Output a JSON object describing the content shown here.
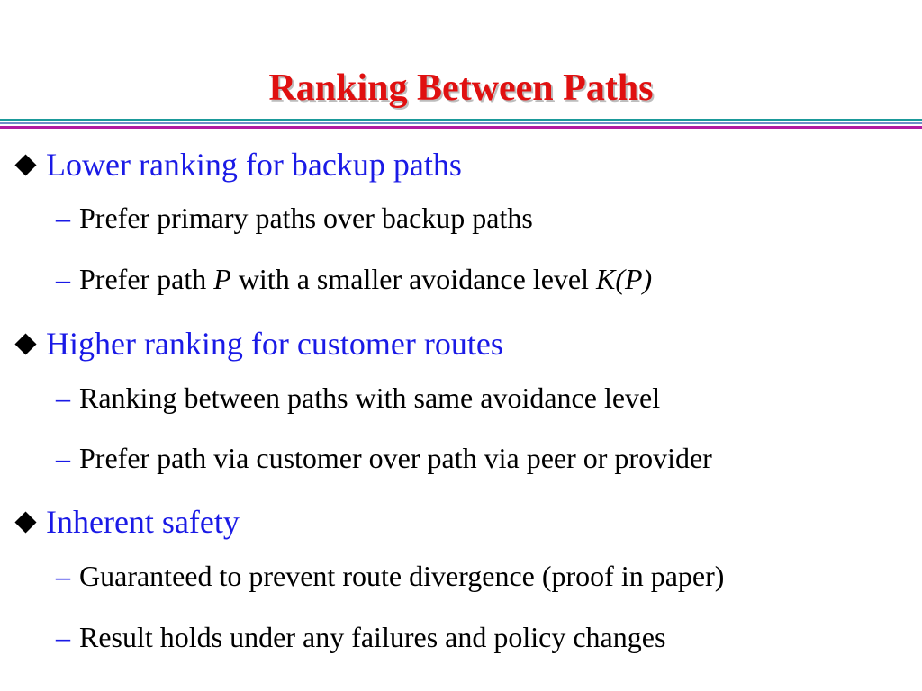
{
  "slide": {
    "title": "Ranking Between Paths",
    "dash_glyph": "–",
    "sections": [
      {
        "heading": "Lower ranking for backup paths",
        "items": [
          {
            "text": "Prefer primary paths over backup paths"
          },
          {
            "pre": "Prefer path ",
            "em1": "P",
            "mid": " with a smaller avoidance level ",
            "em2": "K(P)"
          }
        ]
      },
      {
        "heading": "Higher ranking for customer routes",
        "items": [
          {
            "text": "Ranking between paths with same avoidance level"
          },
          {
            "text": "Prefer path via customer over path via peer or provider"
          }
        ]
      },
      {
        "heading": "Inherent safety",
        "items": [
          {
            "text": "Guaranteed to prevent route divergence (proof in paper)"
          },
          {
            "text": "Result holds under any failures and policy changes"
          }
        ]
      }
    ]
  },
  "colors": {
    "title": "#e01010",
    "bullet_text": "#1a1ae6",
    "body_text": "#000000",
    "rule_teal": "#1a9a9a",
    "rule_blue": "#6f8ec8",
    "rule_magenta": "#b01aa0"
  },
  "icons": {
    "bullet": "diamond-bullet-icon"
  }
}
